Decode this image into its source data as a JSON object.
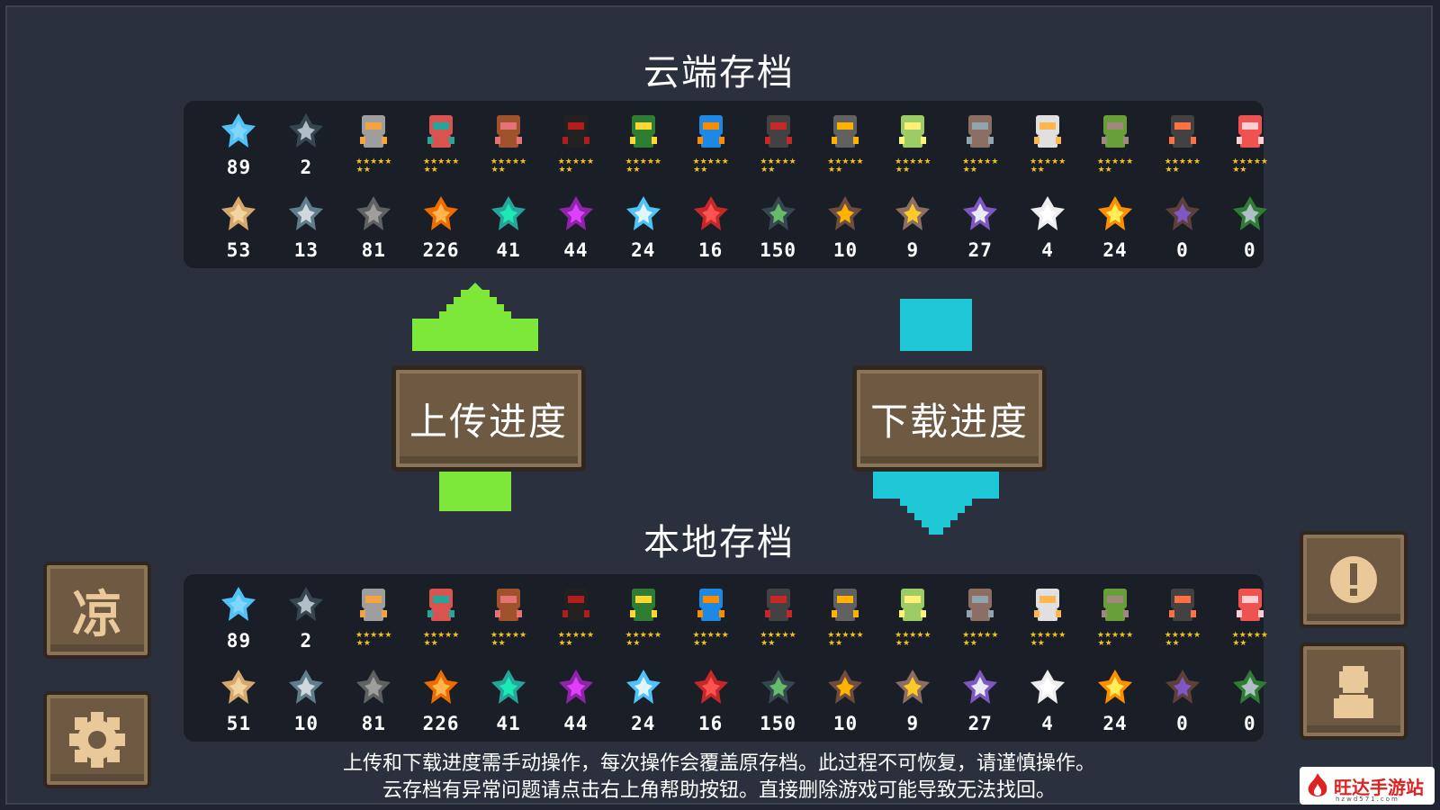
{
  "titles": {
    "cloud": "云端存档",
    "local": "本地存档"
  },
  "buttons": {
    "upload": "上传进度",
    "download": "下载进度",
    "liang": "凉"
  },
  "notice": {
    "line1": "上传和下载进度需手动操作，每次操作会覆盖原存档。此过程不可恢复，请谨慎操作。",
    "line2": "云存档有异常问题请点击右上角帮助按钮。直接删除游戏可能导致无法找回。"
  },
  "cloud": {
    "top": [
      "89",
      "2",
      "",
      "",
      "",
      "",
      "",
      "",
      "",
      "",
      "",
      "",
      "",
      "",
      "",
      ""
    ],
    "bottom": [
      "53",
      "13",
      "81",
      "226",
      "41",
      "44",
      "24",
      "16",
      "150",
      "10",
      "9",
      "27",
      "4",
      "24",
      "0",
      "0"
    ]
  },
  "local": {
    "top": [
      "89",
      "2",
      "",
      "",
      "",
      "",
      "",
      "",
      "",
      "",
      "",
      "",
      "",
      "",
      "",
      ""
    ],
    "bottom": [
      "51",
      "10",
      "81",
      "226",
      "41",
      "44",
      "24",
      "16",
      "150",
      "10",
      "9",
      "27",
      "4",
      "24",
      "0",
      "0"
    ]
  },
  "items_top": [
    "gem-icon",
    "fish-coin-icon",
    "knight-icon",
    "rogue-icon",
    "wizard-icon",
    "assassin-icon",
    "engineer-icon",
    "alchemist-icon",
    "vampire-icon",
    "paladin-icon",
    "elf-icon",
    "werewolf-icon",
    "priest-icon",
    "druid-icon",
    "robot-icon",
    "berserker-icon"
  ],
  "items_bottom": [
    "wood-icon",
    "ore-icon",
    "gear-part-icon",
    "amber-icon",
    "green-crystal-icon",
    "purple-crystal-icon",
    "blue-crystal-icon",
    "red-crystal-icon",
    "battery-icon",
    "horn-icon",
    "shell-icon",
    "white-crystal-icon",
    "sack-icon",
    "gold-crystal-icon",
    "card-icon",
    "key-icon"
  ],
  "colors": {
    "up_arrow": "#7ee83a",
    "down_arrow": "#1ec8d6",
    "button": "#6e5a43",
    "stars": "#f3c21a",
    "watermark": "#d22222"
  },
  "watermark": {
    "brand": "旺达手游站",
    "sub": "hzwd571.com"
  }
}
